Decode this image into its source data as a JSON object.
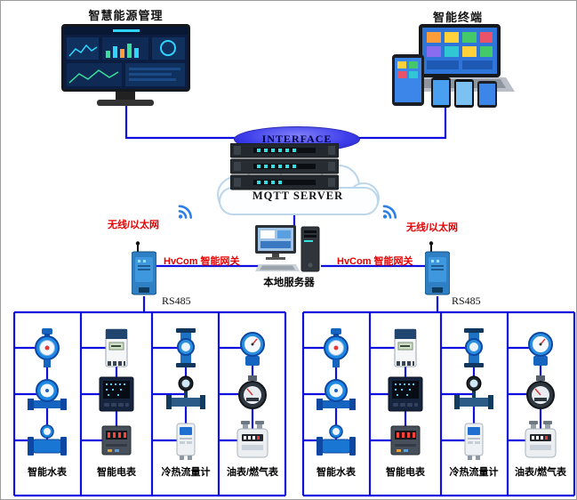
{
  "titles": {
    "left": "智慧能源管理",
    "right": "智能终端"
  },
  "interface": {
    "label": "INTERFACE"
  },
  "cloud": {
    "label": "MQTT SERVER"
  },
  "links": {
    "left_wireless": "无线/以太网",
    "right_wireless": "无线/以太网",
    "left_gateway": "HvCom 智能网关",
    "right_gateway": "HvCom 智能网关",
    "local_server": "本地服务器",
    "left_bus": "RS485",
    "right_bus": "RS485"
  },
  "groups": [
    {
      "name": "left-device-group",
      "columns": [
        {
          "label": "智能水表",
          "devices": [
            "vertical-water-meter-icon",
            "dial-water-meter-icon",
            "woltman-water-meter-icon"
          ]
        },
        {
          "label": "智能电表",
          "devices": [
            "din-rail-energy-meter-icon",
            "panel-power-meter-icon",
            "digital-energy-meter-icon"
          ]
        },
        {
          "label": "冷热流量计",
          "devices": [
            "electromagnetic-flowmeter-icon",
            "turbine-flowmeter-icon",
            "ultrasonic-flowmeter-icon"
          ]
        },
        {
          "label": "油表/燃气表",
          "devices": [
            "oil-pressure-gauge-icon",
            "round-dial-gas-meter-icon",
            "membrane-gas-meter-icon"
          ]
        }
      ]
    },
    {
      "name": "right-device-group",
      "columns": [
        {
          "label": "智能水表",
          "devices": [
            "vertical-water-meter-icon",
            "dial-water-meter-icon",
            "woltman-water-meter-icon"
          ]
        },
        {
          "label": "智能电表",
          "devices": [
            "din-rail-energy-meter-icon",
            "panel-power-meter-icon",
            "digital-energy-meter-icon"
          ]
        },
        {
          "label": "冷热流量计",
          "devices": [
            "electromagnetic-flowmeter-icon",
            "turbine-flowmeter-icon",
            "ultrasonic-flowmeter-icon"
          ]
        },
        {
          "label": "油表/燃气表",
          "devices": [
            "oil-pressure-gauge-icon",
            "round-dial-gas-meter-icon",
            "membrane-gas-meter-icon"
          ]
        }
      ]
    }
  ],
  "colors": {
    "wire": "#0f0fe0",
    "label_red": "#e60000",
    "accent_blue": "#1e88e5"
  }
}
